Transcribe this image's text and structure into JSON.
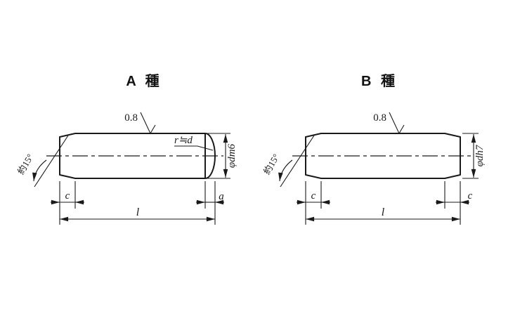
{
  "drawing": {
    "background": "#ffffff",
    "line_color": "#1a1a1a",
    "views": [
      {
        "title": "A 種",
        "surface_roughness": "0.8",
        "end_radius_label": "r≒d",
        "diameter_label": "φdm6",
        "chamfer_angle_label": "約15°",
        "dim_chamfer": "c",
        "dim_length": "l",
        "dim_round_end": "a"
      },
      {
        "title": "B 種",
        "surface_roughness": "0.8",
        "diameter_label": "φdh7",
        "chamfer_angle_label": "約15°",
        "dim_chamfer_left": "c",
        "dim_length": "l",
        "dim_chamfer_right": "c"
      }
    ]
  }
}
